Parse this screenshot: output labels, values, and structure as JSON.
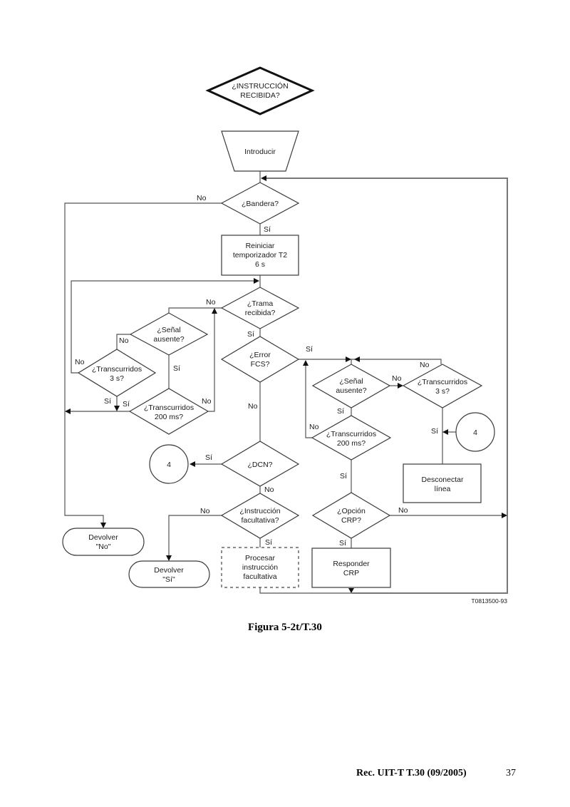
{
  "diagram": {
    "nodes": {
      "start": [
        "¿INSTRUCCIÓN",
        "RECIBIDA?"
      ],
      "introducir": [
        "Introducir"
      ],
      "bandera": [
        "¿Bandera?"
      ],
      "reiniciar": [
        "Reiniciar",
        "temporizador T2",
        "6 s"
      ],
      "trama": [
        "¿Trama",
        "recibida?"
      ],
      "senal_left": [
        "¿Señal",
        "ausente?"
      ],
      "trans3_left": [
        "¿Transcurridos",
        "3 s?"
      ],
      "trans200_left": [
        "¿Transcurridos",
        "200 ms?"
      ],
      "error_fcs": [
        "¿Error",
        "FCS?"
      ],
      "senal_right": [
        "¿Señal",
        "ausente?"
      ],
      "trans3_right": [
        "¿Transcurridos",
        "3 s?"
      ],
      "trans200_right": [
        "¿Transcurridos",
        "200 ms?"
      ],
      "connector_right": [
        "4"
      ],
      "desconectar": [
        "Desconectar",
        "línea"
      ],
      "dcn": [
        "¿DCN?"
      ],
      "connector_left": [
        "4"
      ],
      "instr_fac": [
        "¿Instrucción",
        "facultativa?"
      ],
      "opcion_crp": [
        "¿Opción",
        "CRP?"
      ],
      "devolver_no": [
        "Devolver",
        "\"No\""
      ],
      "devolver_si": [
        "Devolver",
        "\"Sí\""
      ],
      "procesar": [
        "Procesar",
        "instrucción",
        "facultativa"
      ],
      "responder": [
        "Responder",
        "CRP"
      ]
    },
    "edge_labels": {
      "bandera_no": "No",
      "bandera_si": "Sí",
      "trama_no": "No",
      "trama_si": "Sí",
      "senal_left_no": "No",
      "senal_left_si": "Sí",
      "trans3_left_no": "No",
      "trans3_left_si": "Sí",
      "trans200_left_si": "Sí",
      "trans200_left_no": "No",
      "error_si": "Sí",
      "error_no": "No",
      "senal_right_no": "No",
      "senal_right_si": "Sí",
      "trans3_right_no": "No",
      "trans3_right_si": "Sí",
      "trans200_right_no": "No",
      "trans200_right_si": "Sí",
      "dcn_si": "Sí",
      "dcn_no": "No",
      "instr_no": "No",
      "instr_si": "Sí",
      "crp_no": "No",
      "crp_si": "Sí"
    },
    "figure_code": "T0813500-93"
  },
  "caption": "Figura 5-2t/T.30",
  "footer": {
    "reference": "Rec. UIT-T T.30 (09/2005)",
    "page_number": "37"
  }
}
